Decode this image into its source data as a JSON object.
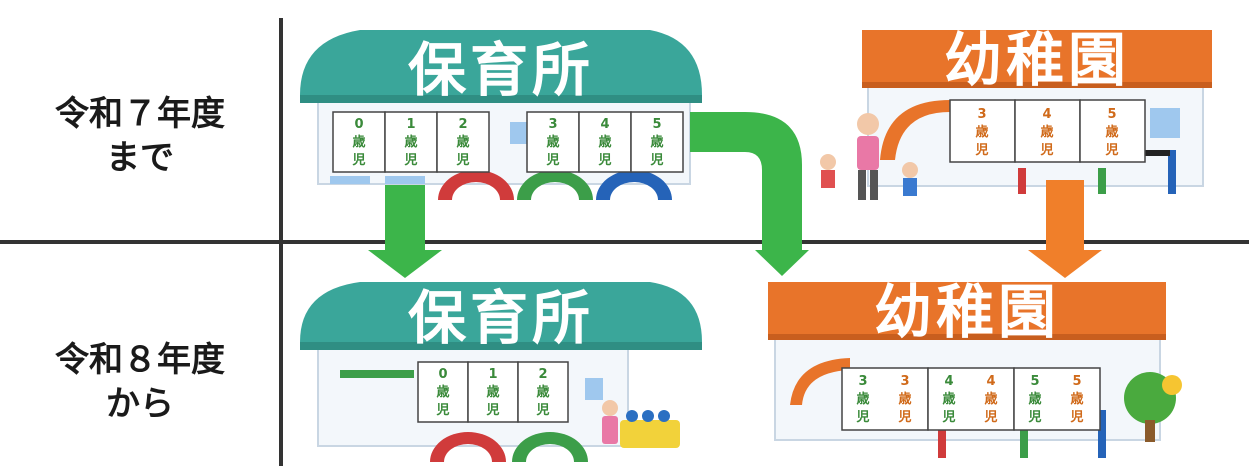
{
  "periods": {
    "before": "令和７年度\nまで",
    "after": "令和８年度\nから"
  },
  "facilities": {
    "hoikusho": "保育所",
    "youchien": "幼稚園"
  },
  "classes": {
    "age0": "0\n歳\n児",
    "age1": "1\n歳\n児",
    "age2": "2\n歳\n児",
    "age3": "3\n歳\n児",
    "age4": "4\n歳\n児",
    "age5": "5\n歳\n児"
  },
  "colors": {
    "hoikusho_roof": "#3aa69a",
    "youchien_roof": "#e8742a",
    "arrow_green": "#3cb54a",
    "arrow_orange": "#f07f2a",
    "hoikusho_class_text": "#3a8a3a",
    "youchien_class_text": "#d06a1a"
  }
}
